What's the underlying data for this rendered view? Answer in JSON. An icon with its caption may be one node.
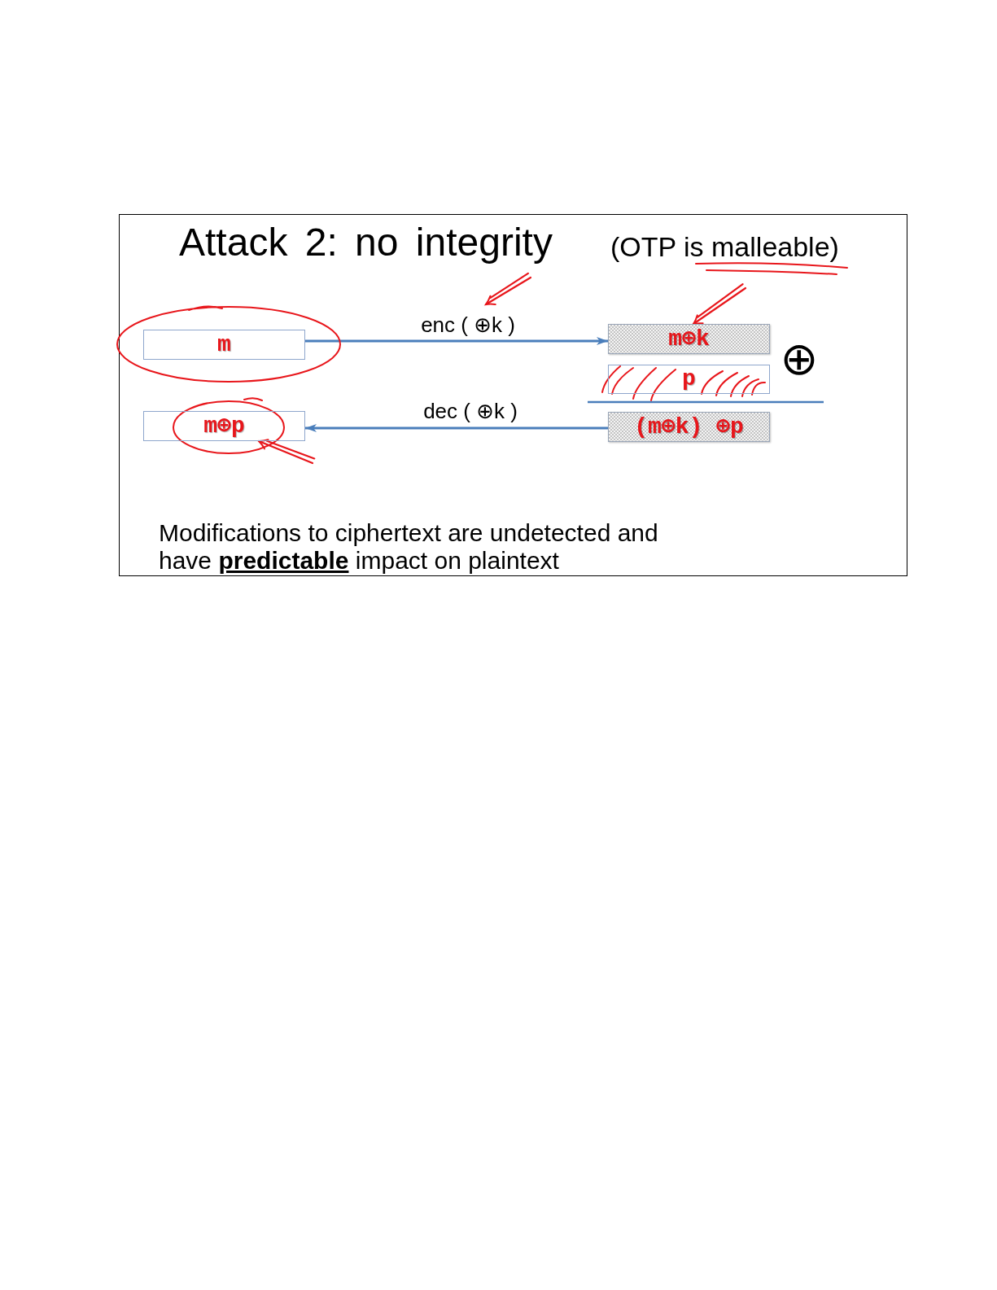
{
  "diagram": {
    "title": "Attack 2: no integrity",
    "nodes": [
      {
        "text": [
          "m"
        ]
      },
      {
        "text": [
          "m⊕k"
        ]
      },
      {
        "text": [
          "p"
        ]
      },
      {
        "text": [
          "m⊕p"
        ]
      },
      {
        "text": [
          "(m⊕k) ⊕p"
        ]
      }
    ],
    "edges": [
      {
        "from": 0,
        "to": 1,
        "arrow": "to",
        "label": "enc ( ⊕k )"
      },
      {
        "from": 4,
        "to": 3,
        "arrow": "to",
        "label": "dec ( ⊕k )"
      },
      {
        "from": null,
        "to": 1,
        "arrow": "to",
        "color": "#e8161b"
      },
      {
        "from": null,
        "to": 3,
        "arrow": "to",
        "color": "#e8161b"
      }
    ],
    "labels": [
      "(OTP is malleable)",
      "⊕",
      "Modifications to ciphertext are undetected and have **predictable** impact on plaintext"
    ]
  }
}
